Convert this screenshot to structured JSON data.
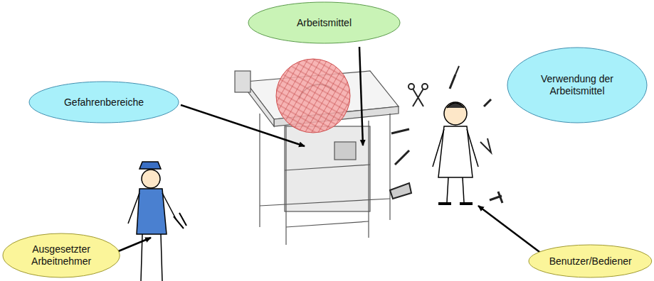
{
  "diagram": {
    "nodes": [
      {
        "text": [
          "Arbeitsmittel"
        ]
      },
      {
        "text": [
          "Gefahrenbereiche"
        ]
      },
      {
        "text": [
          "Verwendung der Arbeitsmittel"
        ]
      },
      {
        "text": [
          "Ausgesetzter Arbeitnehmer"
        ]
      },
      {
        "text": [
          "Benutzer/Bediener"
        ]
      }
    ]
  }
}
